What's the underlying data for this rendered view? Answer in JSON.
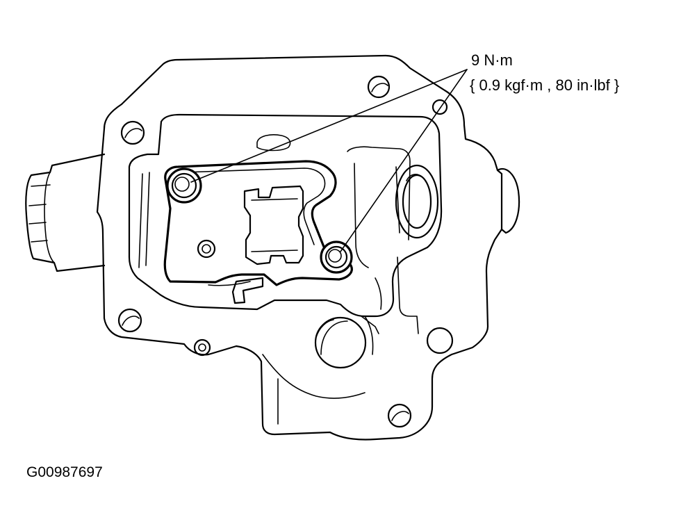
{
  "callout": {
    "torque": "9 N·m",
    "conversion": "{ 0.9 kgf·m , 80 in·lbf }"
  },
  "figure_id": "G00987697"
}
